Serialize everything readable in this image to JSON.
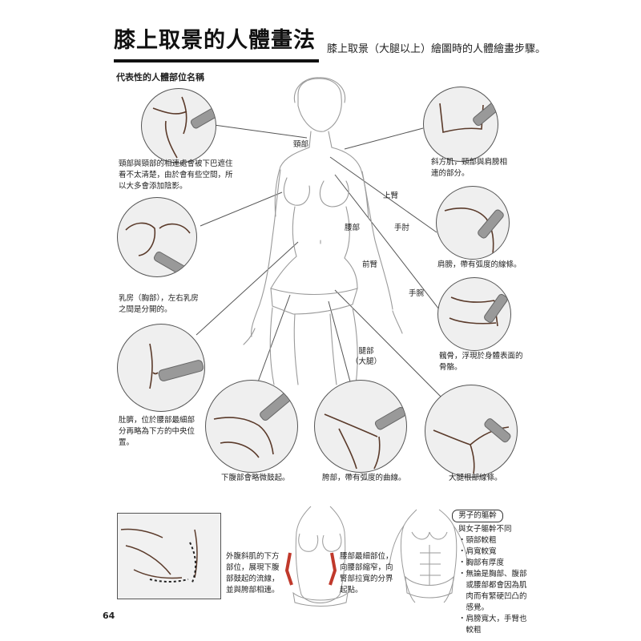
{
  "page": {
    "title": "膝上取景的人體畫法",
    "subtitle": "膝上取景（大腿以上）繪圖時的人體繪畫步驟。",
    "section_label": "代表性的人體部位名稱",
    "page_number": "64"
  },
  "body_labels": {
    "neck": "頸部",
    "upper_arm": "上臂",
    "elbow": "手肘",
    "waist": "腰部",
    "forearm": "前臂",
    "wrist": "手腕",
    "thigh": "腿部\n（大腿）"
  },
  "callouts": {
    "neck_jaw": "頸部與頸部的相連處會被下巴遮住\n看不太清楚，由於會有些空間，所\n以大多會添加陰影。",
    "trapezius": "斜方肌，頸部與肩膀相\n連的部分。",
    "breast": "乳房（胸部），左右乳房\n之間是分開的。",
    "shoulder": "肩膀，帶有弧度的線條。",
    "navel": "肚臍，位於腰部最細部\n分再略為下方的中央位\n置。",
    "pelvis": "髖骨，浮現於身體表面的\n骨骼。",
    "lower_abdomen": "下腹部會略微鼓起。",
    "crotch": "胯部，帶有弧度的曲線。",
    "thigh_root": "大腿根部線條。"
  },
  "bottom": {
    "oblique_note": "外腹斜肌的下方\n部位，展現下腹\n部鼓起的流線，\n並與胯部相連。",
    "waist_note": "腰部最細部位，\n向腰部縮窄，向\n腎部拉寬的分界\n起點。",
    "male_heading": "男子的軀幹",
    "male_notes": "與女子軀幹不同\n・頸部較粗\n・肩寬較寬\n・胸部有厚度\n・無論是胸部、腹部\n　或腰部都會因為肌\n　肉而有緊硬凹凸的\n　感覺。\n・肩膀寬大，手臂也\n　較粗"
  },
  "colors": {
    "line": "#555555",
    "circle_fill": "#efefef",
    "sketch": "#9a9a9a",
    "marker_line": "#5a3a2a"
  }
}
